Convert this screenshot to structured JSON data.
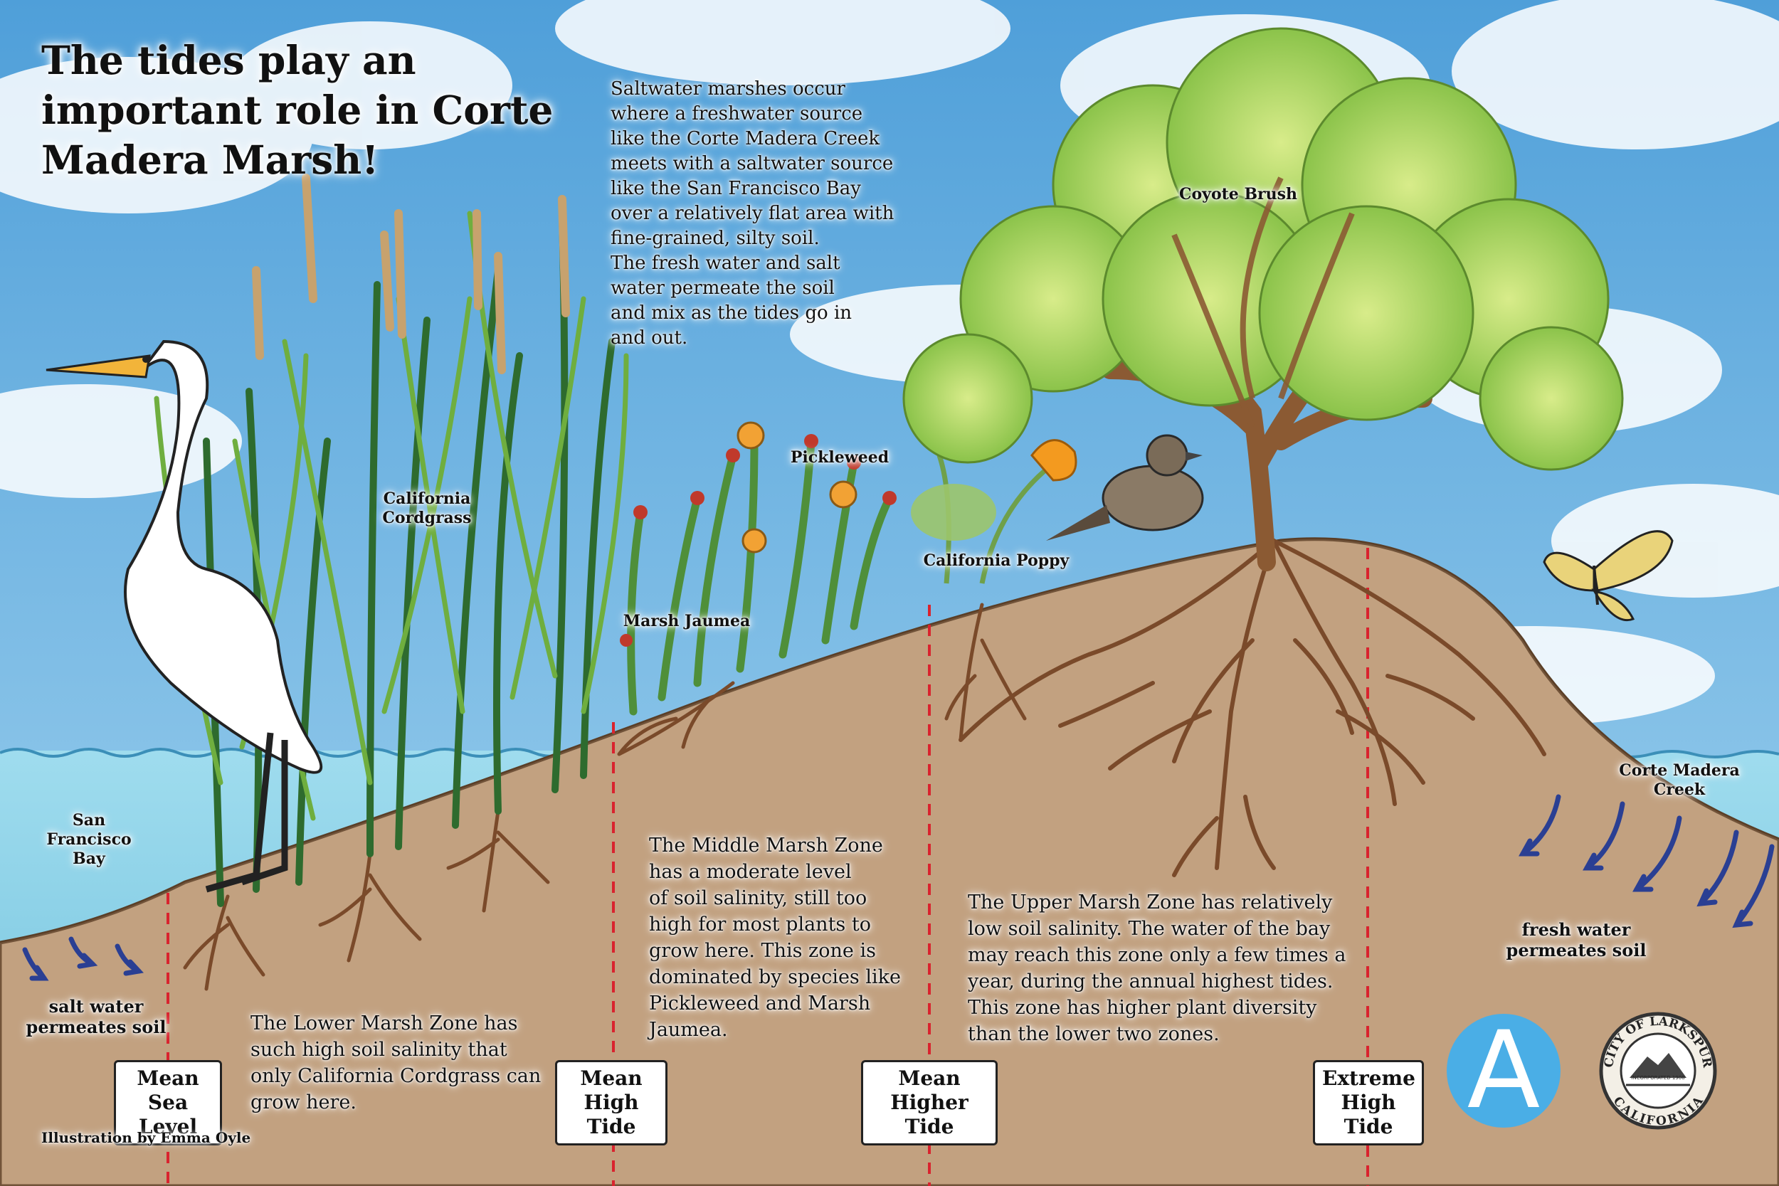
{
  "title": "The tides play an important role in Corte Madera Marsh!",
  "intro": "Saltwater marshes occur\nwhere a freshwater source\nlike the Corte Madera Creek\nmeets with a saltwater source\nlike the San Francisco Bay\nover a relatively flat area with\n      fine-grained, silty soil.\n      The fresh water and salt\n      water permeate the soil\n      and mix as the tides go in\n      and out.",
  "labels": {
    "cordgrass": "California\nCordgrass",
    "pickleweed": "Pickleweed",
    "coyote_brush": "Coyote Brush",
    "poppy": "California Poppy",
    "jaumea": "Marsh Jaumea",
    "sf_bay": "San Francisco\nBay",
    "creek": "Corte Madera\nCreek",
    "salt_water": "salt water\npermeates soil",
    "fresh_water": "fresh water\npermeates soil"
  },
  "zones": {
    "lower": "The Lower Marsh Zone has\nsuch high soil salinity that\nonly California Cordgrass can\ngrow here.",
    "middle": "The Middle Marsh Zone\nhas a moderate level\nof soil salinity, still too\nhigh for most plants to\ngrow here. This zone is\ndominated by species like\nPickleweed and Marsh\nJaumea.",
    "upper": "The Upper Marsh Zone has relatively\nlow soil salinity. The water of the bay\nmay reach this zone only a few times a\nyear, during the annual highest tides.\nThis zone has higher plant diversity\nthan the lower two zones."
  },
  "tides": [
    {
      "label": "Mean\nSea Level"
    },
    {
      "label": "Mean\nHigh Tide"
    },
    {
      "label": "Mean\nHigher Tide"
    },
    {
      "label": "Extreme\nHigh Tide"
    }
  ],
  "credit": "Illustration by Emma Oyle",
  "logo_letter": "A",
  "seal": {
    "top": "CITY OF LARKSPUR",
    "bottom": "CALIFORNIA",
    "band": "INCORPORATED 1908"
  },
  "colors": {
    "sky": "#6fb4e4",
    "water": "#8fd2ea",
    "soil": "#c9a98a",
    "tide_line": "#d9232e",
    "arrow": "#2a3f93",
    "logo": "#4aaee6"
  }
}
